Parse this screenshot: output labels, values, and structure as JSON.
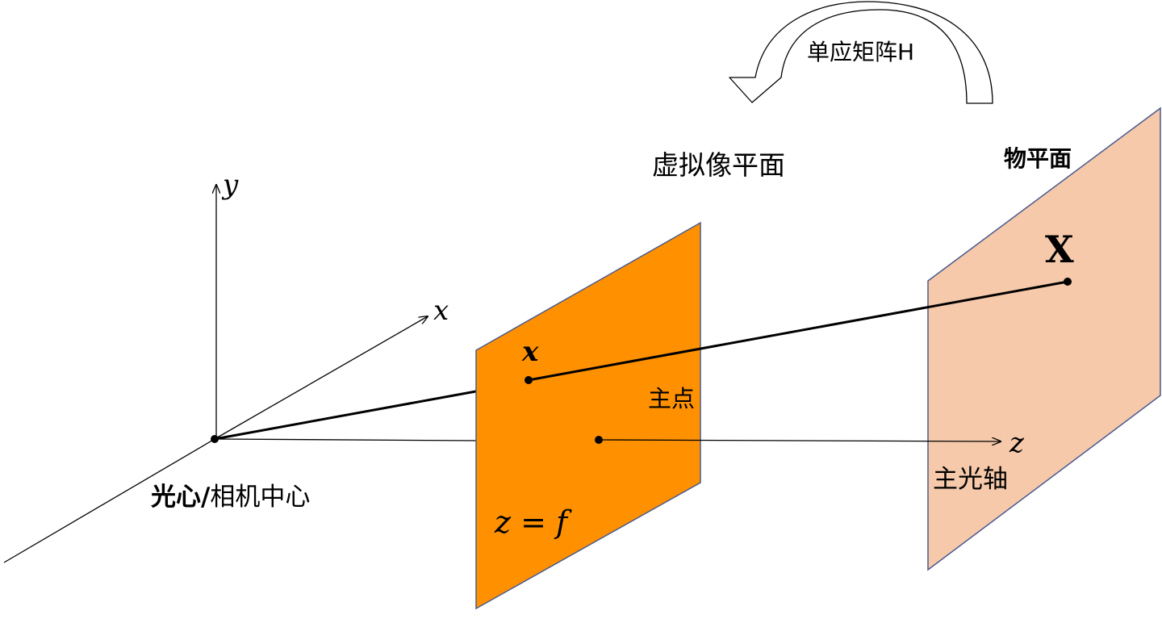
{
  "labels": {
    "homography": "单应矩阵H",
    "virtual_image_plane": "虚拟像平面",
    "object_plane": "物平面",
    "principal_point": "主点",
    "principal_axis": "主光轴",
    "optical_center_bold": "光心/",
    "optical_center_rest": "相机中心",
    "image_point": "x",
    "world_point": "X",
    "focal_plane_eq": "z = f",
    "axis_x": "x",
    "axis_y": "y",
    "axis_z": "z"
  },
  "colors": {
    "image_plane_fill": "#FF9100",
    "object_plane_fill": "#F5C9AA",
    "plane_edge": "#4B5A8C",
    "line": "#000000"
  }
}
